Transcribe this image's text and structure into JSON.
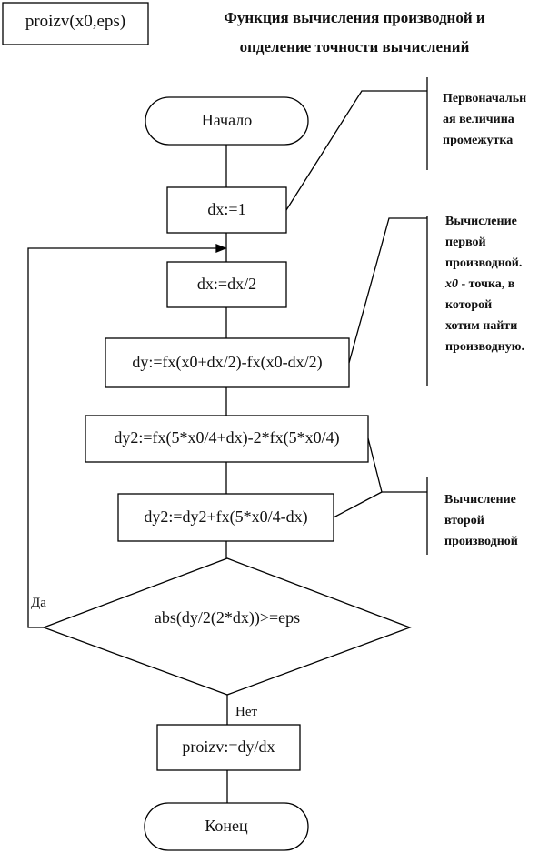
{
  "header": {
    "function_label": "proizv(x0,eps)",
    "title_line1": "Функция вычисления производной и",
    "title_line2": "опделение точности вычислений"
  },
  "blocks": {
    "start": "Начало",
    "init": "dx:=1",
    "halve": "dx:=dx/2",
    "first_diff": "dy:=fx(x0+dx/2)-fx(x0-dx/2)",
    "second_diff_a": "dy2:=fx(5*x0/4+dx)-2*fx(5*x0/4)",
    "second_diff_b": "dy2:=dy2+fx(5*x0/4-dx)",
    "condition": "abs(dy/2(2*dx))>=eps",
    "result": "proizv:=dy/dx",
    "end": "Конец"
  },
  "branches": {
    "yes": "Да",
    "no": "Нет"
  },
  "annotations": {
    "initial_step": [
      "Первоначальн",
      "ая величина",
      "промежутка"
    ],
    "first_derivative": [
      "Вычисление",
      "первой",
      "производной.",
      "x0",
      " - точка, в",
      "которой",
      "хотим найти",
      "производную."
    ],
    "second_derivative": [
      "Вычисление",
      "второй",
      "производной"
    ]
  },
  "colors": {
    "stroke": "#000000",
    "fill": "#ffffff",
    "shadow": "#f0f0f0"
  }
}
